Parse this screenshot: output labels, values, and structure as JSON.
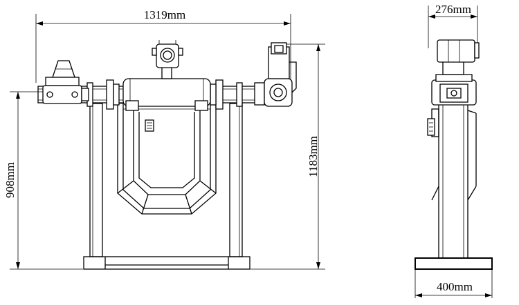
{
  "dimensions": {
    "overall_width": "1319mm",
    "base_height": "908mm",
    "overall_height": "1183mm",
    "side_depth": "276mm",
    "base_width": "400mm"
  }
}
